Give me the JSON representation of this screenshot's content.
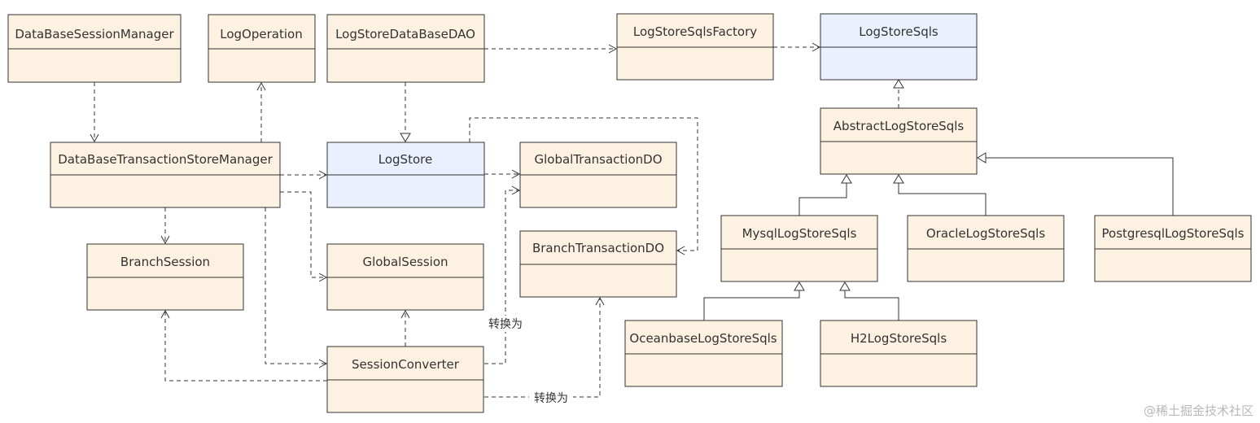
{
  "colors": {
    "class_fill": "#fdf2e1",
    "interface_fill": "#eaf0fd",
    "border": "#333333",
    "line": "#333333",
    "watermark": "#b8b8b8"
  },
  "classes": {
    "database_session_manager": "DataBaseSessionManager",
    "log_operation": "LogOperation",
    "log_store_database_dao": "LogStoreDataBaseDAO",
    "log_store_sqls_factory": "LogStoreSqlsFactory",
    "log_store_sqls": "LogStoreSqls",
    "database_transaction_store_manager": "DataBaseTransactionStoreManager",
    "log_store": "LogStore",
    "global_transaction_do": "GlobalTransactionDO",
    "abstract_log_store_sqls": "AbstractLogStoreSqls",
    "branch_session": "BranchSession",
    "global_session": "GlobalSession",
    "branch_transaction_do": "BranchTransactionDO",
    "mysql_log_store_sqls": "MysqlLogStoreSqls",
    "oracle_log_store_sqls": "OracleLogStoreSqls",
    "postgresql_log_store_sqls": "PostgresqlLogStoreSqls",
    "oceanbase_log_store_sqls": "OceanbaseLogStoreSqls",
    "h2_log_store_sqls": "H2LogStoreSqls",
    "session_converter": "SessionConverter"
  },
  "labels": {
    "convert_to_global": "转换为",
    "convert_to_branch": "转换为"
  },
  "watermark": "@稀土掘金技术社区"
}
